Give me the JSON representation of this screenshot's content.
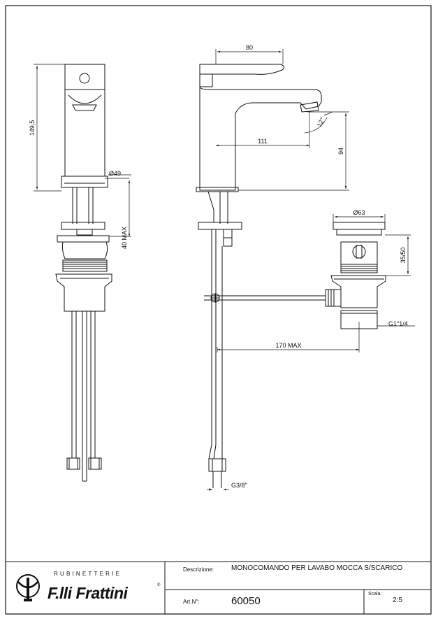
{
  "dimensions": {
    "height_total": "149,5",
    "diameter_body": "Ø49",
    "max_thickness": "40 MAX",
    "handle_length": "80",
    "spout_reach": "111",
    "spout_height": "94",
    "tilt_angle": "12°",
    "drain_diameter": "Ø63",
    "drain_height": "35/50",
    "drain_thread": "G1\"1/4",
    "rod_length": "170 MAX",
    "hose_thread": "G3/8\""
  },
  "title_block": {
    "brand_top": "RUBINETTERIE",
    "brand_name": "F.lli Frattini",
    "brand_reg": "®",
    "description_label": "Descrizione:",
    "description_value": "MONOCOMANDO PER LAVABO MOCCA S/SCARICO",
    "article_label": "Art.N°:",
    "article_value": "60050",
    "scale_label": "Scala:",
    "scale_value": "2:5"
  }
}
